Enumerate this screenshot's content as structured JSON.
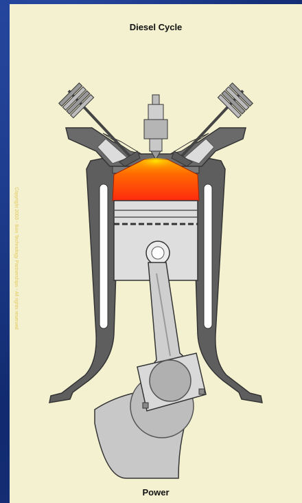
{
  "diagram": {
    "title": "Diesel Cycle",
    "stroke_label": "Power",
    "copyright": "Copyright 2003 - Ikon Technology Partnerships - All rights reserved"
  },
  "colors": {
    "background": "#16307a",
    "panel": "#f4f1d0",
    "metal_dark": "#5a5a5a",
    "metal_light": "#d8d8d8",
    "combustion_hot": "#ff3b10",
    "combustion_glow": "#ffd000"
  },
  "icons": [
    "intake-valve-spring-icon",
    "exhaust-valve-spring-icon",
    "fuel-injector-icon",
    "piston-icon",
    "connecting-rod-icon",
    "crankshaft-icon"
  ]
}
